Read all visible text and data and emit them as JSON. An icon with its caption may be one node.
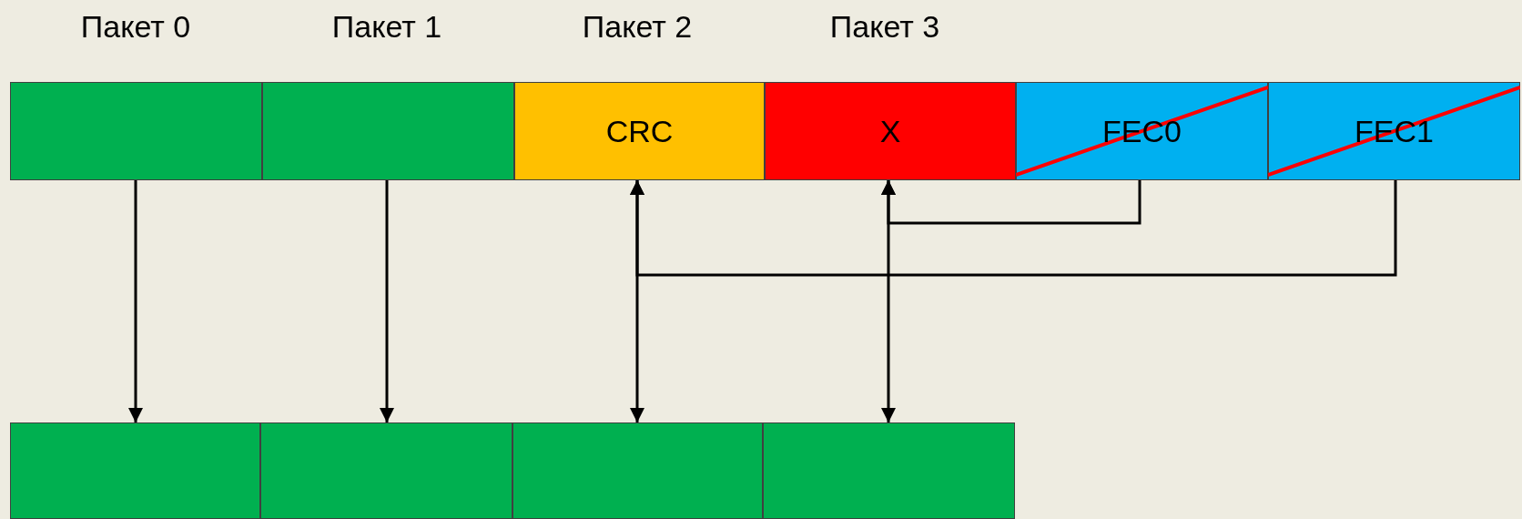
{
  "diagram": {
    "nodes": [
      {
        "text": [],
        "shape": "box"
      },
      {
        "text": [],
        "shape": "box"
      },
      {
        "text": [
          "CRC"
        ]
      },
      {
        "text": [
          "X"
        ]
      },
      {
        "text": [
          "FEC0"
        ]
      },
      {
        "text": [
          "FEC1"
        ]
      },
      {
        "text": [],
        "shape": "box"
      },
      {
        "text": [],
        "shape": "box"
      },
      {
        "text": [],
        "shape": "box"
      },
      {
        "text": [],
        "shape": "box"
      }
    ],
    "edges": [
      {
        "from": 0,
        "to": 6,
        "arrow": "to"
      },
      {
        "from": 1,
        "to": 7,
        "arrow": "to"
      },
      {
        "from": 2,
        "to": 8,
        "arrow": "both"
      },
      {
        "from": 3,
        "to": 9,
        "arrow": "both"
      },
      {
        "from": 4,
        "to": 3,
        "arrow": "to"
      },
      {
        "from": 5,
        "to": 2,
        "arrow": "to"
      }
    ],
    "labels": [
      "Пакет 0",
      "Пакет 1",
      "Пакет 2",
      "Пакет 3"
    ]
  }
}
